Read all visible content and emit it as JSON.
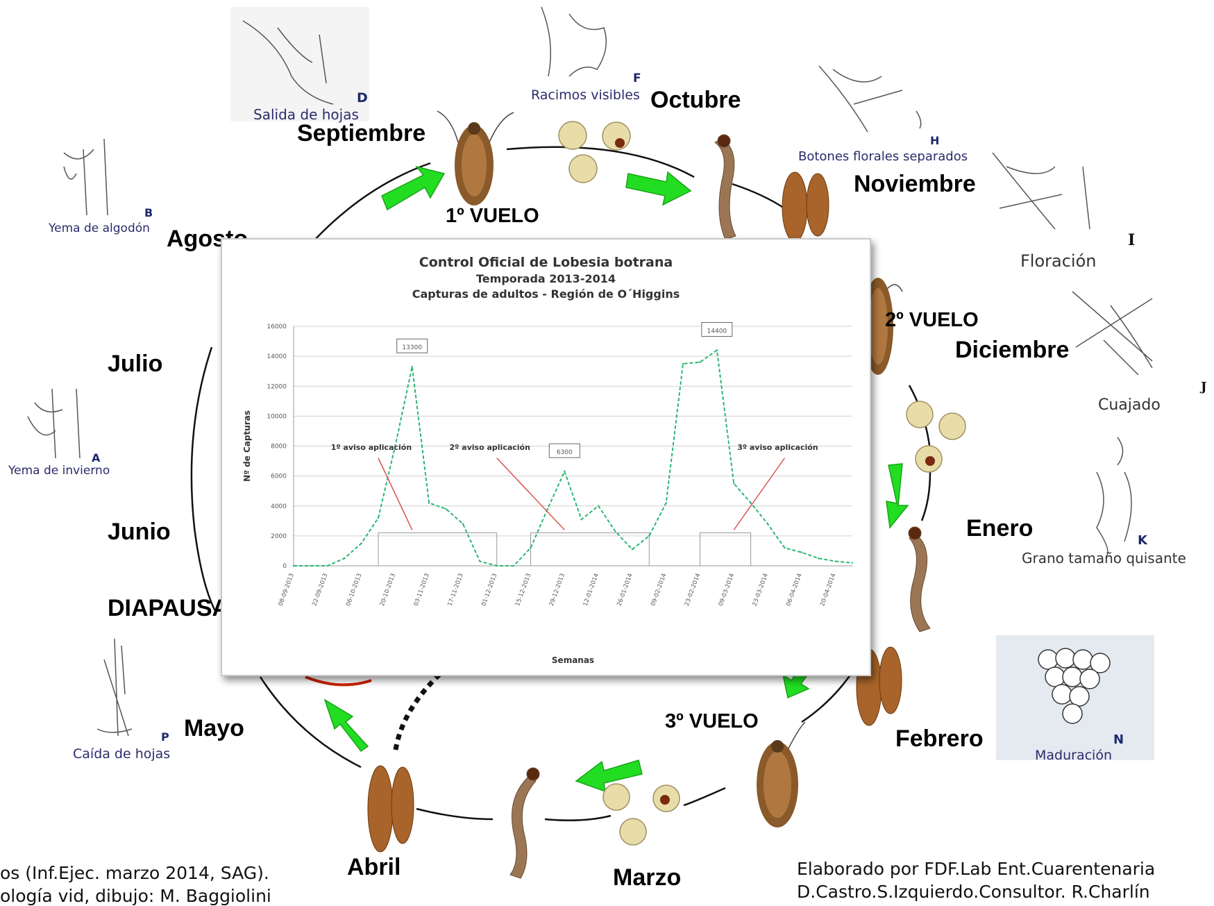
{
  "months": {
    "septiembre": "Septiembre",
    "octubre": "Octubre",
    "noviembre": "Noviembre",
    "diciembre": "Diciembre",
    "enero": "Enero",
    "febrero": "Febrero",
    "marzo": "Marzo",
    "abril": "Abril",
    "mayo": "Mayo",
    "agosto": "Agosto",
    "julio": "Julio",
    "junio": "Junio",
    "diapausa": "DIAPAUSA"
  },
  "flights": {
    "first": "1º VUELO",
    "second": "2º VUELO",
    "third": "3º VUELO"
  },
  "phenology": {
    "D": {
      "letter": "D",
      "caption": "Salida de hojas"
    },
    "F": {
      "letter": "F",
      "caption": "Racimos visibles"
    },
    "H": {
      "letter": "H",
      "caption": "Botones florales separados"
    },
    "I": {
      "letter": "I",
      "caption": "Floración"
    },
    "J": {
      "letter": "J",
      "caption": "Cuajado"
    },
    "K": {
      "letter": "K",
      "caption": "Grano tamaño quisante"
    },
    "N": {
      "letter": "N",
      "caption": "Maduración"
    },
    "B": {
      "letter": "B",
      "caption": "Yema de algodón"
    },
    "A": {
      "letter": "A",
      "caption": "Yema de invierno"
    },
    "P": {
      "letter": "P",
      "caption": "Caída de hojas"
    }
  },
  "credits": {
    "left_line1": "os (Inf.Ejec. marzo 2014, SAG).",
    "left_line2": "ología vid, dibujo: M. Baggiolini",
    "right_line1": "Elaborado por FDF.Lab Ent.Cuarentenaria",
    "right_line2": "D.Castro.S.Izquierdo.Consultor. R.Charlín"
  },
  "colors": {
    "arrow_green": "#22dd22",
    "line_green": "#2bb673",
    "annotation_red": "#d9534f",
    "cycle_red": "#cc2200"
  },
  "chart_data": {
    "type": "line",
    "title_line1": "Control Oficial de Lobesia botrana",
    "title_line2": "Temporada 2013-2014",
    "title_line3": "Capturas de adultos - Región de O´Higgins",
    "xlabel": "Semanas",
    "ylabel": "Nº de Capturas",
    "ylim": [
      0,
      16000
    ],
    "yticks": [
      "0",
      "2000",
      "4000",
      "6000",
      "8000",
      "10000",
      "12000",
      "14000",
      "16000"
    ],
    "xtick_labels": [
      "08-09-2013",
      "22-09-2013",
      "06-10-2013",
      "20-10-2013",
      "03-11-2013",
      "17-11-2013",
      "01-12-2013",
      "15-12-2013",
      "29-12-2013",
      "12-01-2014",
      "26-01-2014",
      "09-02-2014",
      "23-02-2014",
      "09-03-2014",
      "23-03-2014",
      "06-04-2014",
      "20-04-2014"
    ],
    "x_index": [
      0,
      1,
      2,
      3,
      4,
      5,
      6,
      7,
      8,
      9,
      10,
      11,
      12,
      13,
      14,
      15,
      16,
      17,
      18,
      19,
      20,
      21,
      22,
      23,
      24,
      25,
      26,
      27,
      28,
      29,
      30,
      31,
      32,
      33
    ],
    "values": [
      0,
      0,
      0,
      500,
      1500,
      3200,
      8000,
      13300,
      4200,
      3800,
      2800,
      300,
      0,
      0,
      1200,
      3800,
      6300,
      3100,
      4000,
      2300,
      1100,
      2000,
      4200,
      13500,
      13600,
      14400,
      5500,
      4200,
      2800,
      1200,
      900,
      500,
      300,
      200
    ],
    "peak_labels": [
      {
        "x": 7,
        "text": "13300"
      },
      {
        "x": 16,
        "text": "6300"
      },
      {
        "x": 25,
        "text": "14400"
      }
    ],
    "annotations": [
      {
        "text": "1º aviso aplicación",
        "from_x": 5,
        "to_x": 7
      },
      {
        "text": "2º aviso aplicación",
        "from_x": 12,
        "to_x": 16
      },
      {
        "text": "3º aviso aplicación",
        "from_x": 29,
        "to_x": 26
      }
    ],
    "spray_windows": [
      {
        "x0": 5,
        "x1": 12
      },
      {
        "x0": 14,
        "x1": 21
      },
      {
        "x0": 24,
        "x1": 27
      }
    ],
    "grid": true,
    "legend": "none"
  }
}
